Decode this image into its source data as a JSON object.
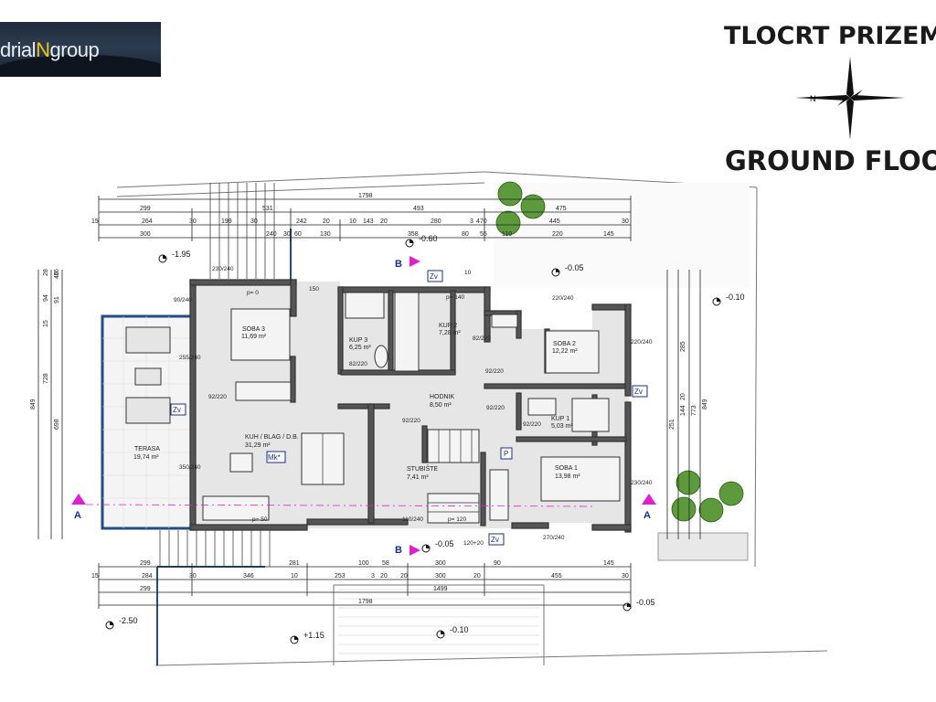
{
  "logo": {
    "prefix": "drial",
    "highlight": "N",
    "suffix": "group"
  },
  "title_line1": "TLOCRT PRIZEM",
  "title_line2": "GROUND FLOOR",
  "compass": {
    "north_label": "N"
  },
  "rooms": [
    {
      "id": "soba3",
      "name": "SOBA 3",
      "area": "11,69 m²"
    },
    {
      "id": "kup3",
      "name": "KUP 3",
      "area": "6,25 m²"
    },
    {
      "id": "kup2",
      "name": "KUP 2",
      "area": "7,28 m²"
    },
    {
      "id": "soba2",
      "name": "SOBA 2",
      "area": "12,22 m²"
    },
    {
      "id": "hodnik",
      "name": "HODNIK",
      "area": "8,50 m²"
    },
    {
      "id": "kup1",
      "name": "KUP 1",
      "area": "5,03 m²"
    },
    {
      "id": "kuh",
      "name": "KUH / BLAG / D.B.",
      "area": "31,29 m²"
    },
    {
      "id": "terasa",
      "name": "TERASA",
      "area": "19,74 m²"
    },
    {
      "id": "stubiste",
      "name": "STUBIŠTE",
      "area": "7,41 m²"
    },
    {
      "id": "soba1",
      "name": "SOBA 1",
      "area": "13,98 m²"
    }
  ],
  "levels": [
    "-1.95",
    "-0.60",
    "-0.05",
    "-0.10",
    "-0.05",
    "-0.05",
    "-2.50",
    "+1.15",
    "-0.10"
  ],
  "section_labels": {
    "a": "A",
    "b": "B"
  },
  "symbols": {
    "zv": "Zv",
    "mk": "Mk*",
    "p": "P"
  },
  "dims": {
    "top_total": "1798",
    "top_row1": [
      "299",
      "531",
      "493",
      "475"
    ],
    "top_row2": [
      "15",
      "264",
      "30",
      "199",
      "30",
      "242",
      "20",
      "10",
      "143",
      "20",
      "280",
      "3",
      "470",
      "445",
      "30"
    ],
    "top_row3": [
      "300",
      "240",
      "30",
      "60",
      "130",
      "358",
      "80",
      "55",
      "110",
      "220",
      "145"
    ],
    "bot_row1": [
      "299",
      "281",
      "100",
      "58",
      "300",
      "90",
      "145"
    ],
    "bot_row2": [
      "15",
      "284",
      "30",
      "346",
      "10",
      "253",
      "3",
      "20",
      "20",
      "300",
      "20",
      "455",
      "30"
    ],
    "bot_row3": [
      "299",
      "1499"
    ],
    "bot_total": "1798",
    "left_outer": "849",
    "left_inner": [
      "728",
      "698"
    ],
    "left_small": [
      "28",
      "94",
      "15",
      "46",
      "91",
      "16"
    ],
    "right_outer": "849",
    "right_inner": [
      "773",
      "285",
      "251",
      "144",
      "20"
    ],
    "openings": [
      "90/240",
      "255/240",
      "92/220",
      "350/240",
      "82/220",
      "82/220",
      "92/220",
      "92/220",
      "92/220",
      "92/220",
      "220/240",
      "230/240",
      "220/240",
      "110/240",
      "270/240",
      "230/240",
      "150"
    ],
    "misc": [
      "p= 0",
      "p= 50",
      "p= 120",
      "p= 140",
      "120+20",
      "10"
    ]
  }
}
